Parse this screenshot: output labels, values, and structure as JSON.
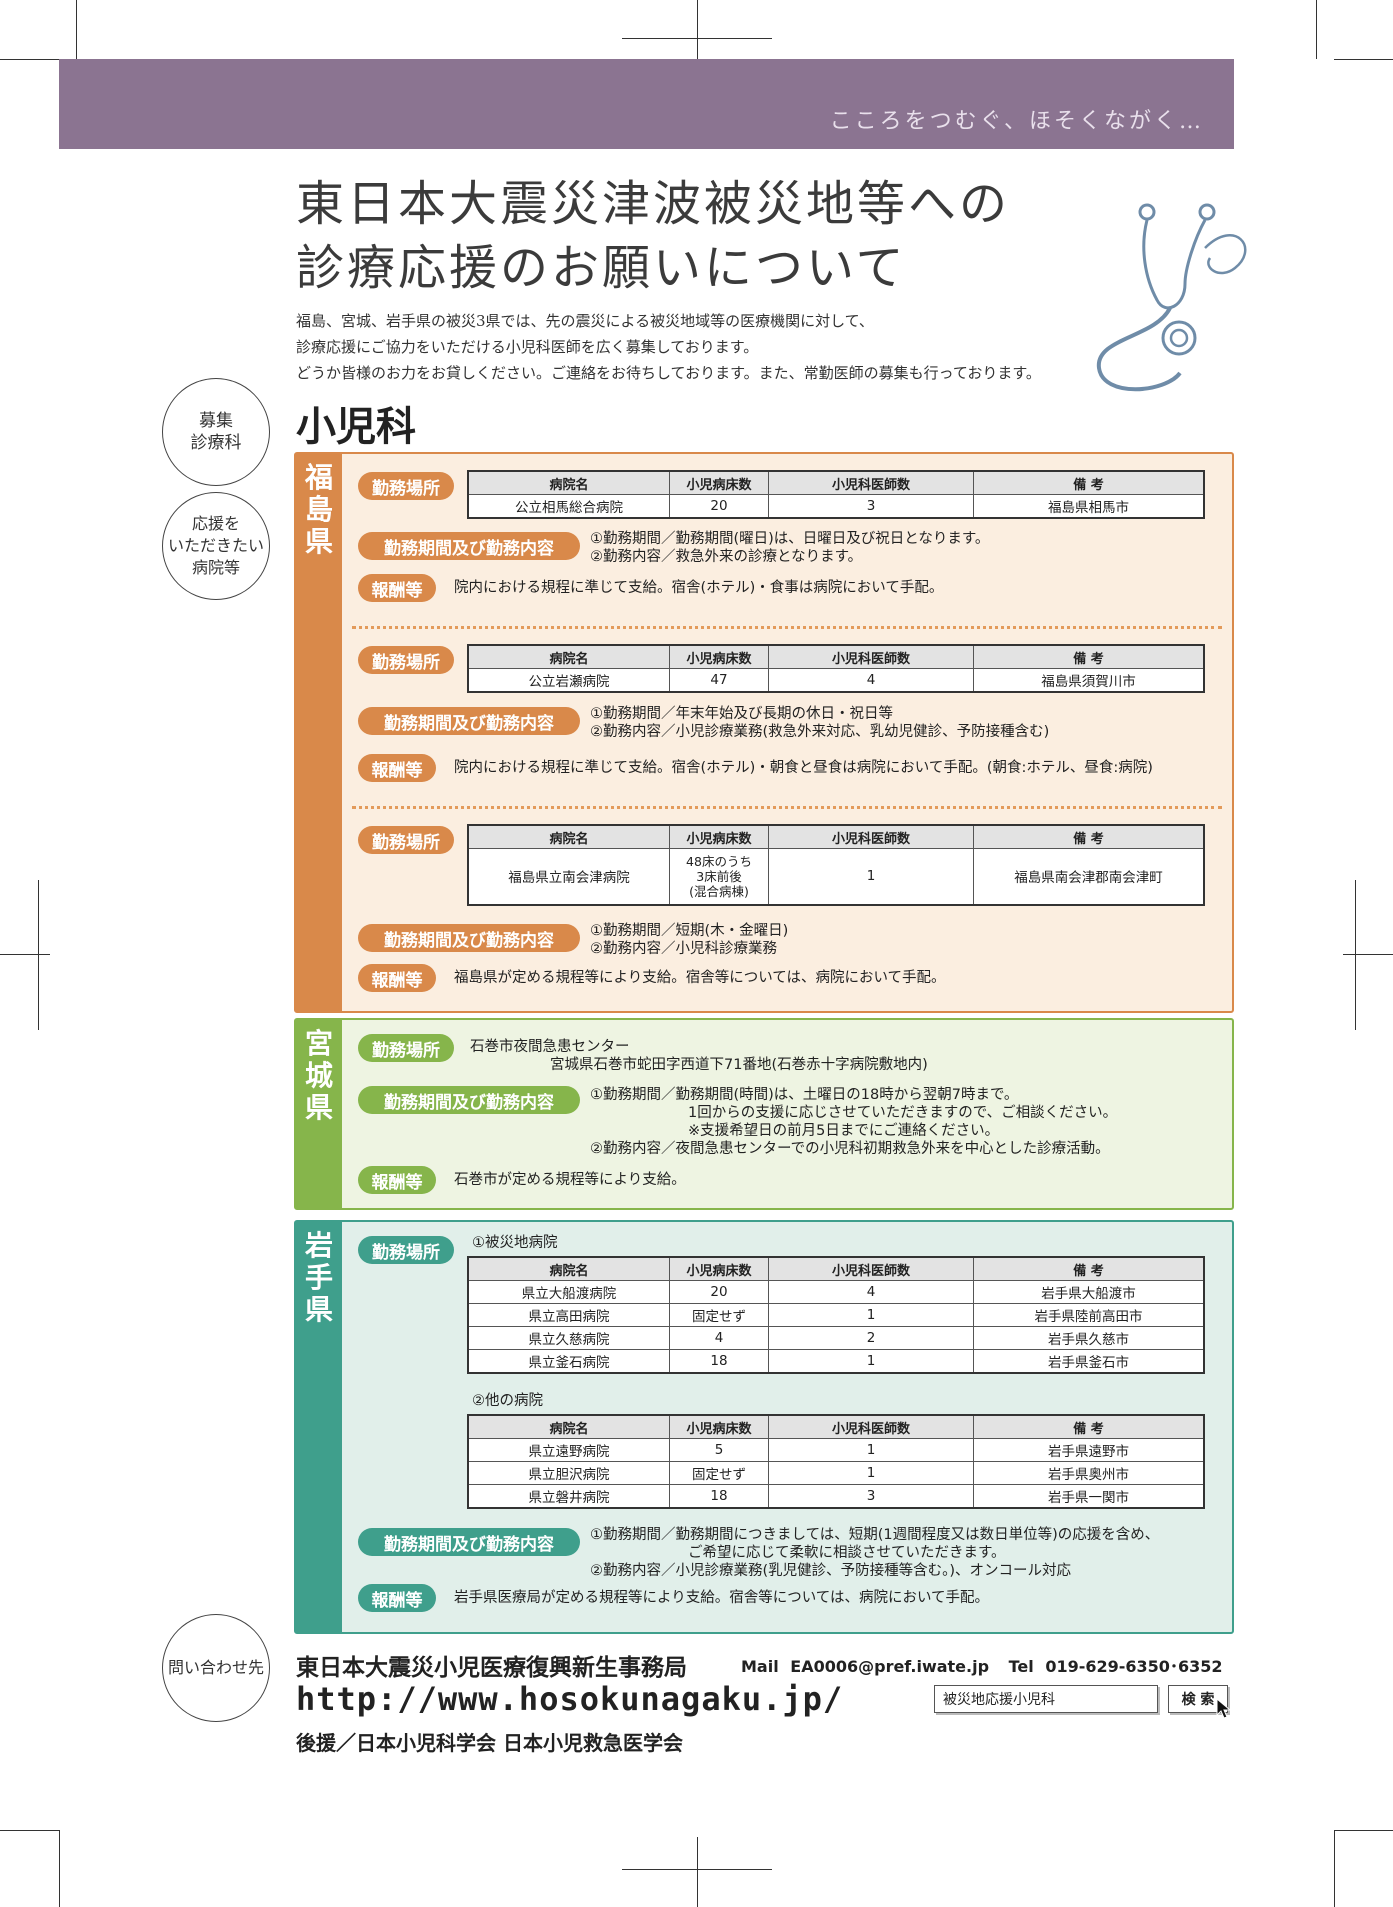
{
  "header": {
    "tagline": "こころをつむぐ、ほそくながく…",
    "title_line1": "東日本大震災津波被災地等への",
    "title_line2": "診療応援のお願いについて",
    "intro": [
      "福島、宮城、岩手県の被災3県では、先の震災による被災地域等の医療機関に対して、",
      "診療応援にご協力をいただける小児科医師を広く募集しております。",
      "どうか皆様のお力をお貸しください。ご連絡をお待ちしております。また、常勤医師の募集も行っております。"
    ]
  },
  "side_labels": {
    "recruit_line1": "募集",
    "recruit_line2": "診療科",
    "hospital_line1": "応援を",
    "hospital_line2": "いただきたい",
    "hospital_line3": "病院等",
    "contact": "問い合わせ先"
  },
  "subject": "小児科",
  "labels": {
    "workplace": "勤務場所",
    "period": "勤務期間及び勤務内容",
    "pay": "報酬等"
  },
  "table_headers": [
    "病院名",
    "小児病床数",
    "小児科医師数",
    "備 考"
  ],
  "fukushima": {
    "name": [
      "福",
      "島",
      "県"
    ],
    "color": "#d9894a",
    "bg": "#fbeee0",
    "blocks": [
      {
        "row": [
          "公立相馬総合病院",
          "20",
          "3",
          "福島県相馬市"
        ],
        "period": [
          "①勤務期間／勤務期間(曜日)は、日曜日及び祝日となります。",
          "②勤務内容／救急外来の診療となります。"
        ],
        "pay": "院内における規程に準じて支給。宿舎(ホテル)・食事は病院において手配。"
      },
      {
        "row": [
          "公立岩瀬病院",
          "47",
          "4",
          "福島県須賀川市"
        ],
        "period": [
          "①勤務期間／年末年始及び長期の休日・祝日等",
          "②勤務内容／小児診療業務(救急外来対応、乳幼児健診、予防接種含む)"
        ],
        "pay": "院内における規程に準じて支給。宿舎(ホテル)・朝食と昼食は病院において手配。(朝食:ホテル、昼食:病院)"
      },
      {
        "row": [
          "福島県立南会津病院",
          "48床のうち",
          "1",
          "福島県南会津郡南会津町"
        ],
        "beds_line2": "3床前後",
        "beds_line3": "(混合病棟)",
        "period": [
          "①勤務期間／短期(木・金曜日)",
          "②勤務内容／小児科診療業務"
        ],
        "pay": "福島県が定める規程等により支給。宿舎等については、病院において手配。"
      }
    ]
  },
  "miyagi": {
    "name": [
      "宮",
      "城",
      "県"
    ],
    "color": "#86b54b",
    "bg": "#eef4e2",
    "workplace": [
      "石巻市夜間急患センター",
      "宮城県石巻市蛇田字西道下71番地(石巻赤十字病院敷地内)"
    ],
    "period": [
      "①勤務期間／勤務期間(時間)は、土曜日の18時から翌朝7時まで。",
      "1回からの支援に応じさせていただきますので、ご相談ください。",
      "※支援希望日の前月5日までにご連絡ください。",
      "②勤務内容／夜間急患センターでの小児科初期救急外来を中心とした診療活動。"
    ],
    "pay": "石巻市が定める規程等により支給。"
  },
  "iwate": {
    "name": [
      "岩",
      "手",
      "県"
    ],
    "color": "#3f9f8c",
    "bg": "#e1efea",
    "group1_label": "①被災地病院",
    "group1": [
      [
        "県立大船渡病院",
        "20",
        "4",
        "岩手県大船渡市"
      ],
      [
        "県立高田病院",
        "固定せず",
        "1",
        "岩手県陸前高田市"
      ],
      [
        "県立久慈病院",
        "4",
        "2",
        "岩手県久慈市"
      ],
      [
        "県立釜石病院",
        "18",
        "1",
        "岩手県釜石市"
      ]
    ],
    "group2_label": "②他の病院",
    "group2": [
      [
        "県立遠野病院",
        "5",
        "1",
        "岩手県遠野市"
      ],
      [
        "県立胆沢病院",
        "固定せず",
        "1",
        "岩手県奥州市"
      ],
      [
        "県立磐井病院",
        "18",
        "3",
        "岩手県一関市"
      ]
    ],
    "period": [
      "①勤務期間／勤務期間につきましては、短期(1週間程度又は数日単位等)の応援を含め、",
      "ご希望に応じて柔軟に相談させていただきます。",
      "②勤務内容／小児診療業務(乳児健診、予防接種等含む。)、オンコール対応"
    ],
    "pay": "岩手県医療局が定める規程等により支給。宿舎等については、病院において手配。"
  },
  "footer": {
    "org": "東日本大震災小児医療復興新生事務局",
    "mail_label": "Mail",
    "mail": "EA0006@pref.iwate.jp",
    "tel_label": "Tel",
    "tel": "019-629-6350･6352",
    "url": "http://www.hosokunagaku.jp/",
    "search_text": "被災地応援小児科",
    "search_button": "検 索",
    "support": "後援／日本小児科学会 日本小児救急医学会"
  }
}
